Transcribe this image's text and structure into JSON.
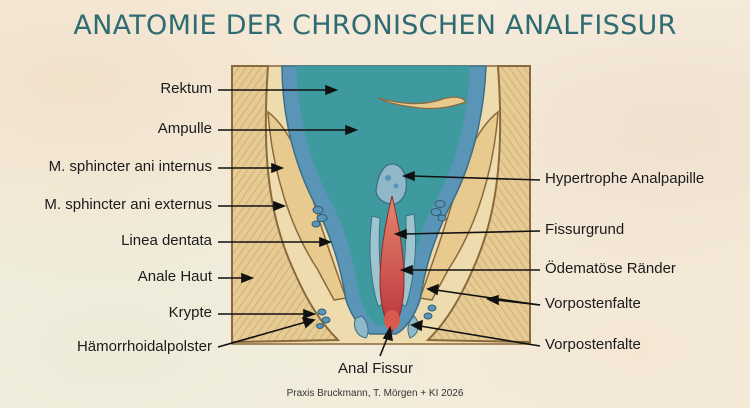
{
  "title": "ANATOMIE DER CHRONISCHEN ANALFISSUR",
  "labels_left": [
    "Rektum",
    "Ampulle",
    "M. sphincter ani internus",
    "M. sphincter ani externus",
    "Linea dentata",
    "Anale Haut",
    "Krypte",
    "Hämorrhoidalpolster"
  ],
  "labels_right": [
    "Hypertrophe Analpapille",
    "Fissurgrund",
    "Ödematöse Ränder",
    "Vorpostenfalte",
    "Vorpostenfalte"
  ],
  "label_bottom": "Anal Fissur",
  "footer": "Praxis Bruckmann, T. Mörgen + KI 2026",
  "colors": {
    "title": "#2f6b73",
    "lumen": "#3f9aa0",
    "mucosa": "#5a95b8",
    "muscle": "#e2c690",
    "fissure": "#c8443c"
  }
}
